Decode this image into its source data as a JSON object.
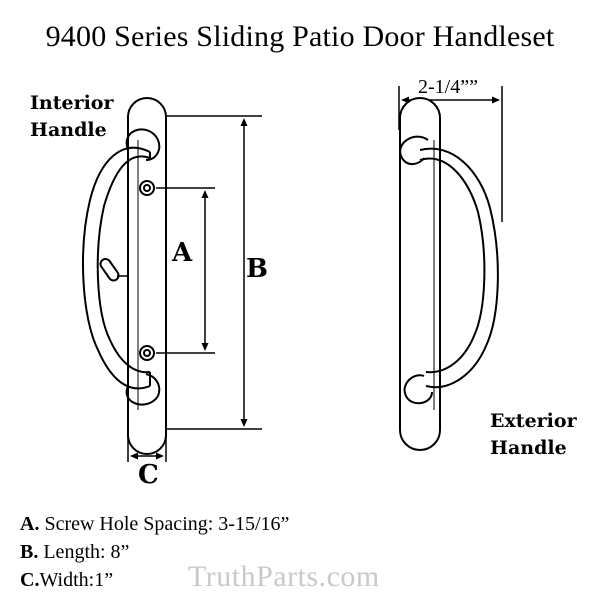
{
  "title": "9400 Series Sliding Patio Door Handleset",
  "interior": {
    "line1": "Interior",
    "line2": "Handle"
  },
  "exterior": {
    "line1": "Exterior",
    "line2": "Handle"
  },
  "dimensions": {
    "a": "A",
    "b": "B",
    "c": "C",
    "width_top": "2-1/4””"
  },
  "specs": [
    {
      "key": "A.",
      "text": " Screw Hole Spacing: 3-15/16”"
    },
    {
      "key": "B.",
      "text": " Length: 8”"
    },
    {
      "key": "C.",
      "text": "Width:1”"
    }
  ],
  "brand": "TruthParts.com"
}
